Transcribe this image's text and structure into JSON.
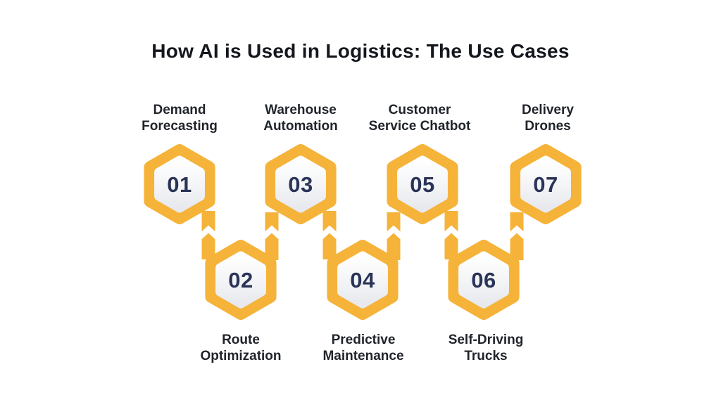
{
  "title": "How AI is Used in Logistics: The Use Cases",
  "colors": {
    "accent_yellow": "#F5B33A",
    "number_navy": "#2A3458",
    "label_text": "#20242B",
    "title_text": "#14171D",
    "inner_hex_top": "#FFFFFF",
    "inner_hex_bottom": "#E7E9EE",
    "background": "#FFFFFF"
  },
  "items": [
    {
      "number": "01",
      "label": "Demand Forecasting",
      "lines": [
        "Demand",
        "Forecasting"
      ],
      "row": "top"
    },
    {
      "number": "02",
      "label": "Route Optimization",
      "lines": [
        "Route",
        "Optimization"
      ],
      "row": "bottom"
    },
    {
      "number": "03",
      "label": "Warehouse Automation",
      "lines": [
        "Warehouse",
        "Automation"
      ],
      "row": "top"
    },
    {
      "number": "04",
      "label": "Predictive Maintenance",
      "lines": [
        "Predictive",
        "Maintenance"
      ],
      "row": "bottom"
    },
    {
      "number": "05",
      "label": "Customer Service Chatbot",
      "lines": [
        "Customer",
        "Service Chatbot"
      ],
      "row": "top"
    },
    {
      "number": "06",
      "label": "Self-Driving Trucks",
      "lines": [
        "Self-Driving",
        "Trucks"
      ],
      "row": "bottom"
    },
    {
      "number": "07",
      "label": "Delivery Drones",
      "lines": [
        "Delivery",
        "Drones"
      ],
      "row": "top"
    }
  ]
}
